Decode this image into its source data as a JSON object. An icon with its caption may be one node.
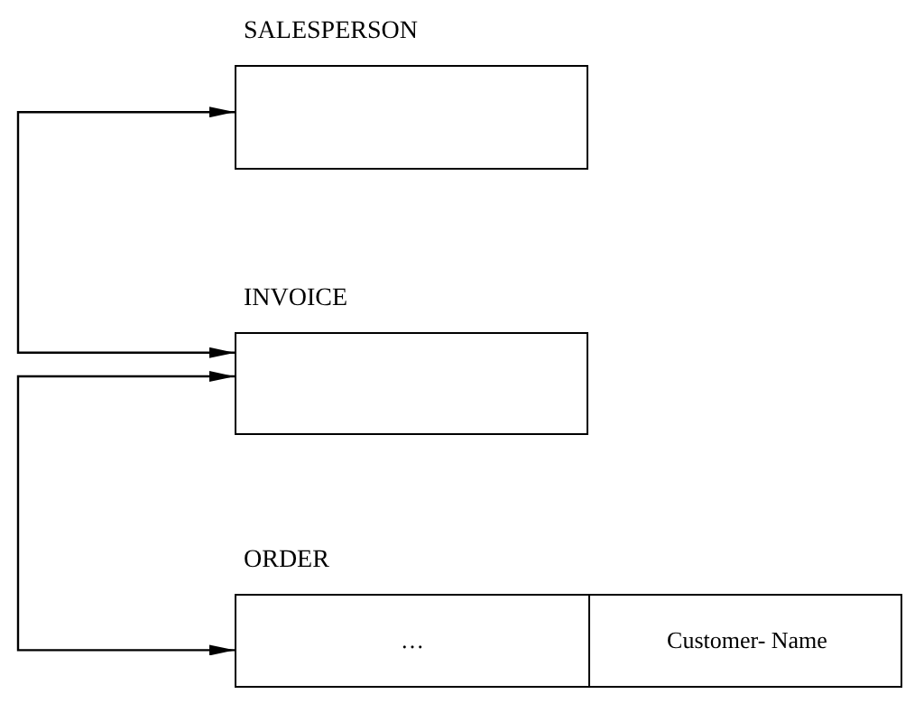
{
  "diagram": {
    "nodes": [
      {
        "text": [
          "SALESPERSON"
        ]
      },
      {
        "text": [
          "INVOICE"
        ]
      },
      {
        "text": [
          "ORDER"
        ]
      },
      {
        "text": [
          "…"
        ],
        "in": 2
      },
      {
        "text": [
          "Customer- Name"
        ],
        "in": 2
      }
    ],
    "edges": [
      {
        "from": 0,
        "to": 1,
        "arrow": "both"
      },
      {
        "from": 1,
        "to": 2,
        "arrow": "both"
      }
    ]
  }
}
